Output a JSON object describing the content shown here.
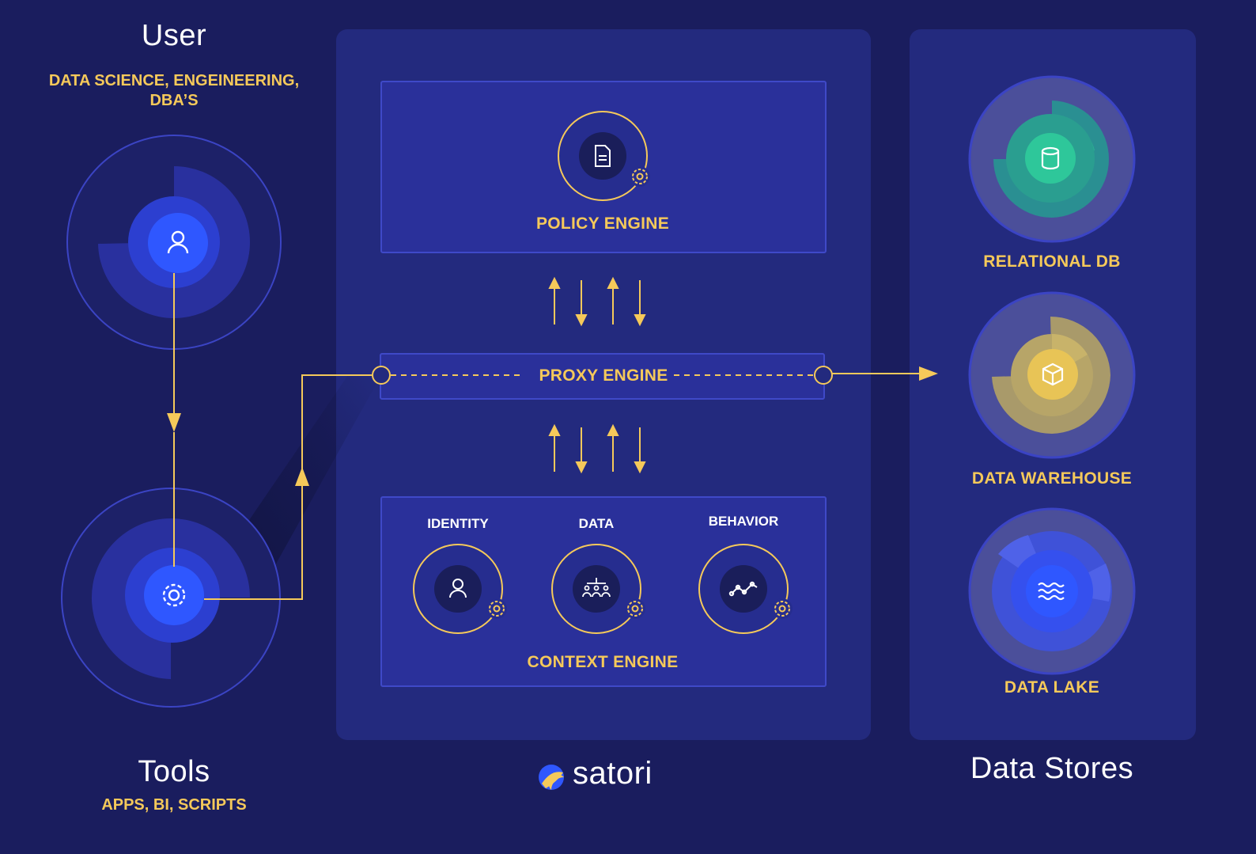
{
  "user": {
    "title": "User",
    "subtitle_line1": "DATA SCIENCE, ENGEINEERING,",
    "subtitle_line2": "DBA’S"
  },
  "tools": {
    "title": "Tools",
    "subtitle": "APPS, BI, SCRIPTS"
  },
  "engines": {
    "policy": "POLICY ENGINE",
    "proxy": "PROXY ENGINE",
    "context": "CONTEXT ENGINE",
    "context_items": [
      "IDENTITY",
      "DATA",
      "BEHAVIOR"
    ]
  },
  "brand": {
    "name": "satori"
  },
  "stores": {
    "title": "Data Stores",
    "items": [
      "RELATIONAL DB",
      "DATA WAREHOUSE",
      "DATA LAKE"
    ]
  },
  "colors": {
    "background": "#1a1d5e",
    "panel": "#232a7e",
    "accent_yellow": "#f5c95a",
    "accent_blue": "#2f57ff",
    "relational_green": "#2ec79a",
    "warehouse_gold": "#e8c456",
    "lake_blue": "#2f57ff"
  },
  "icons": {
    "user": "user-icon",
    "tools": "gear-icon",
    "policy": "document-icon",
    "identity": "user-icon",
    "data": "hierarchy-icon",
    "behavior": "line-graph-icon",
    "relational": "database-icon",
    "warehouse": "cube-icon",
    "lake": "waves-icon"
  }
}
